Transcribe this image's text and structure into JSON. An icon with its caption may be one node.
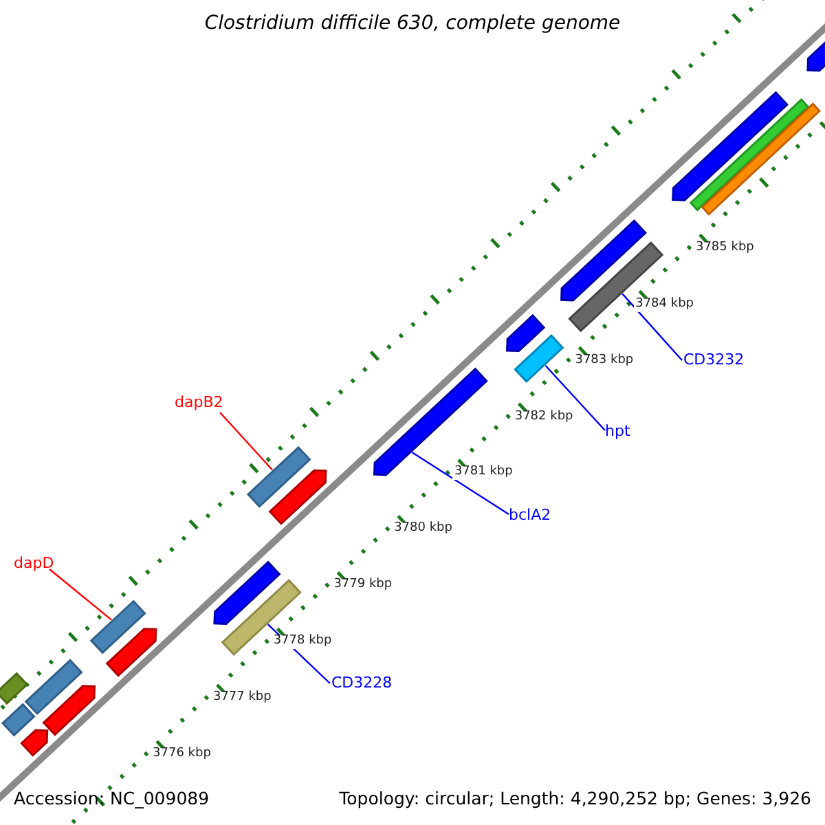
{
  "diagram": {
    "title": "Clostridium difficile 630, complete genome",
    "nodes": [
      {
        "text": [
          "dapB2"
        ]
      },
      {
        "text": [],
        "shape": "bar"
      },
      {
        "text": [
          "dapD"
        ]
      },
      {
        "text": [],
        "shape": "bar"
      },
      {
        "text": [
          "hpt"
        ]
      },
      {
        "text": [],
        "shape": "bar"
      },
      {
        "text": [
          "bclA2"
        ]
      },
      {
        "text": [],
        "shape": "bar"
      },
      {
        "text": [
          "CD3232"
        ]
      },
      {
        "text": [],
        "shape": "bar"
      },
      {
        "text": [
          "CD3228"
        ]
      },
      {
        "text": [],
        "shape": "bar"
      },
      {
        "text": [],
        "shape": "bar"
      },
      {
        "text": [],
        "shape": "bar"
      },
      {
        "text": [],
        "shape": "bar"
      },
      {
        "text": [],
        "shape": "bar"
      },
      {
        "text": [],
        "shape": "bar"
      },
      {
        "text": [],
        "shape": "bar"
      },
      {
        "text": [],
        "shape": "bar"
      },
      {
        "text": [],
        "shape": "bar"
      },
      {
        "text": [],
        "shape": "bar"
      },
      {
        "text": [],
        "shape": "bar"
      },
      {
        "text": [],
        "shape": "bar"
      },
      {
        "text": [],
        "shape": "bar"
      },
      {
        "text": [],
        "shape": "bar"
      },
      {
        "text": [],
        "shape": "bar"
      }
    ],
    "edges": [
      {
        "from": 0,
        "to": 1,
        "arrow": "none",
        "color": "#ff0000"
      },
      {
        "from": 2,
        "to": 3,
        "arrow": "none",
        "color": "#ff0000"
      },
      {
        "from": 4,
        "to": 5,
        "arrow": "none"
      },
      {
        "from": 6,
        "to": 7,
        "arrow": "none"
      },
      {
        "from": 8,
        "to": 9,
        "arrow": "none"
      },
      {
        "from": 10,
        "to": 11,
        "arrow": "none"
      }
    ],
    "labels": [
      "3785 kbp",
      "3784 kbp",
      "3783 kbp",
      "3782 kbp",
      "3781 kbp",
      "3780 kbp",
      "3779 kbp",
      "3778 kbp",
      "3777 kbp",
      "3776 kbp",
      "Accession: NC_009089",
      "Topology: circular; Length: 4,290,252 bp; Genes: 3,926"
    ]
  }
}
